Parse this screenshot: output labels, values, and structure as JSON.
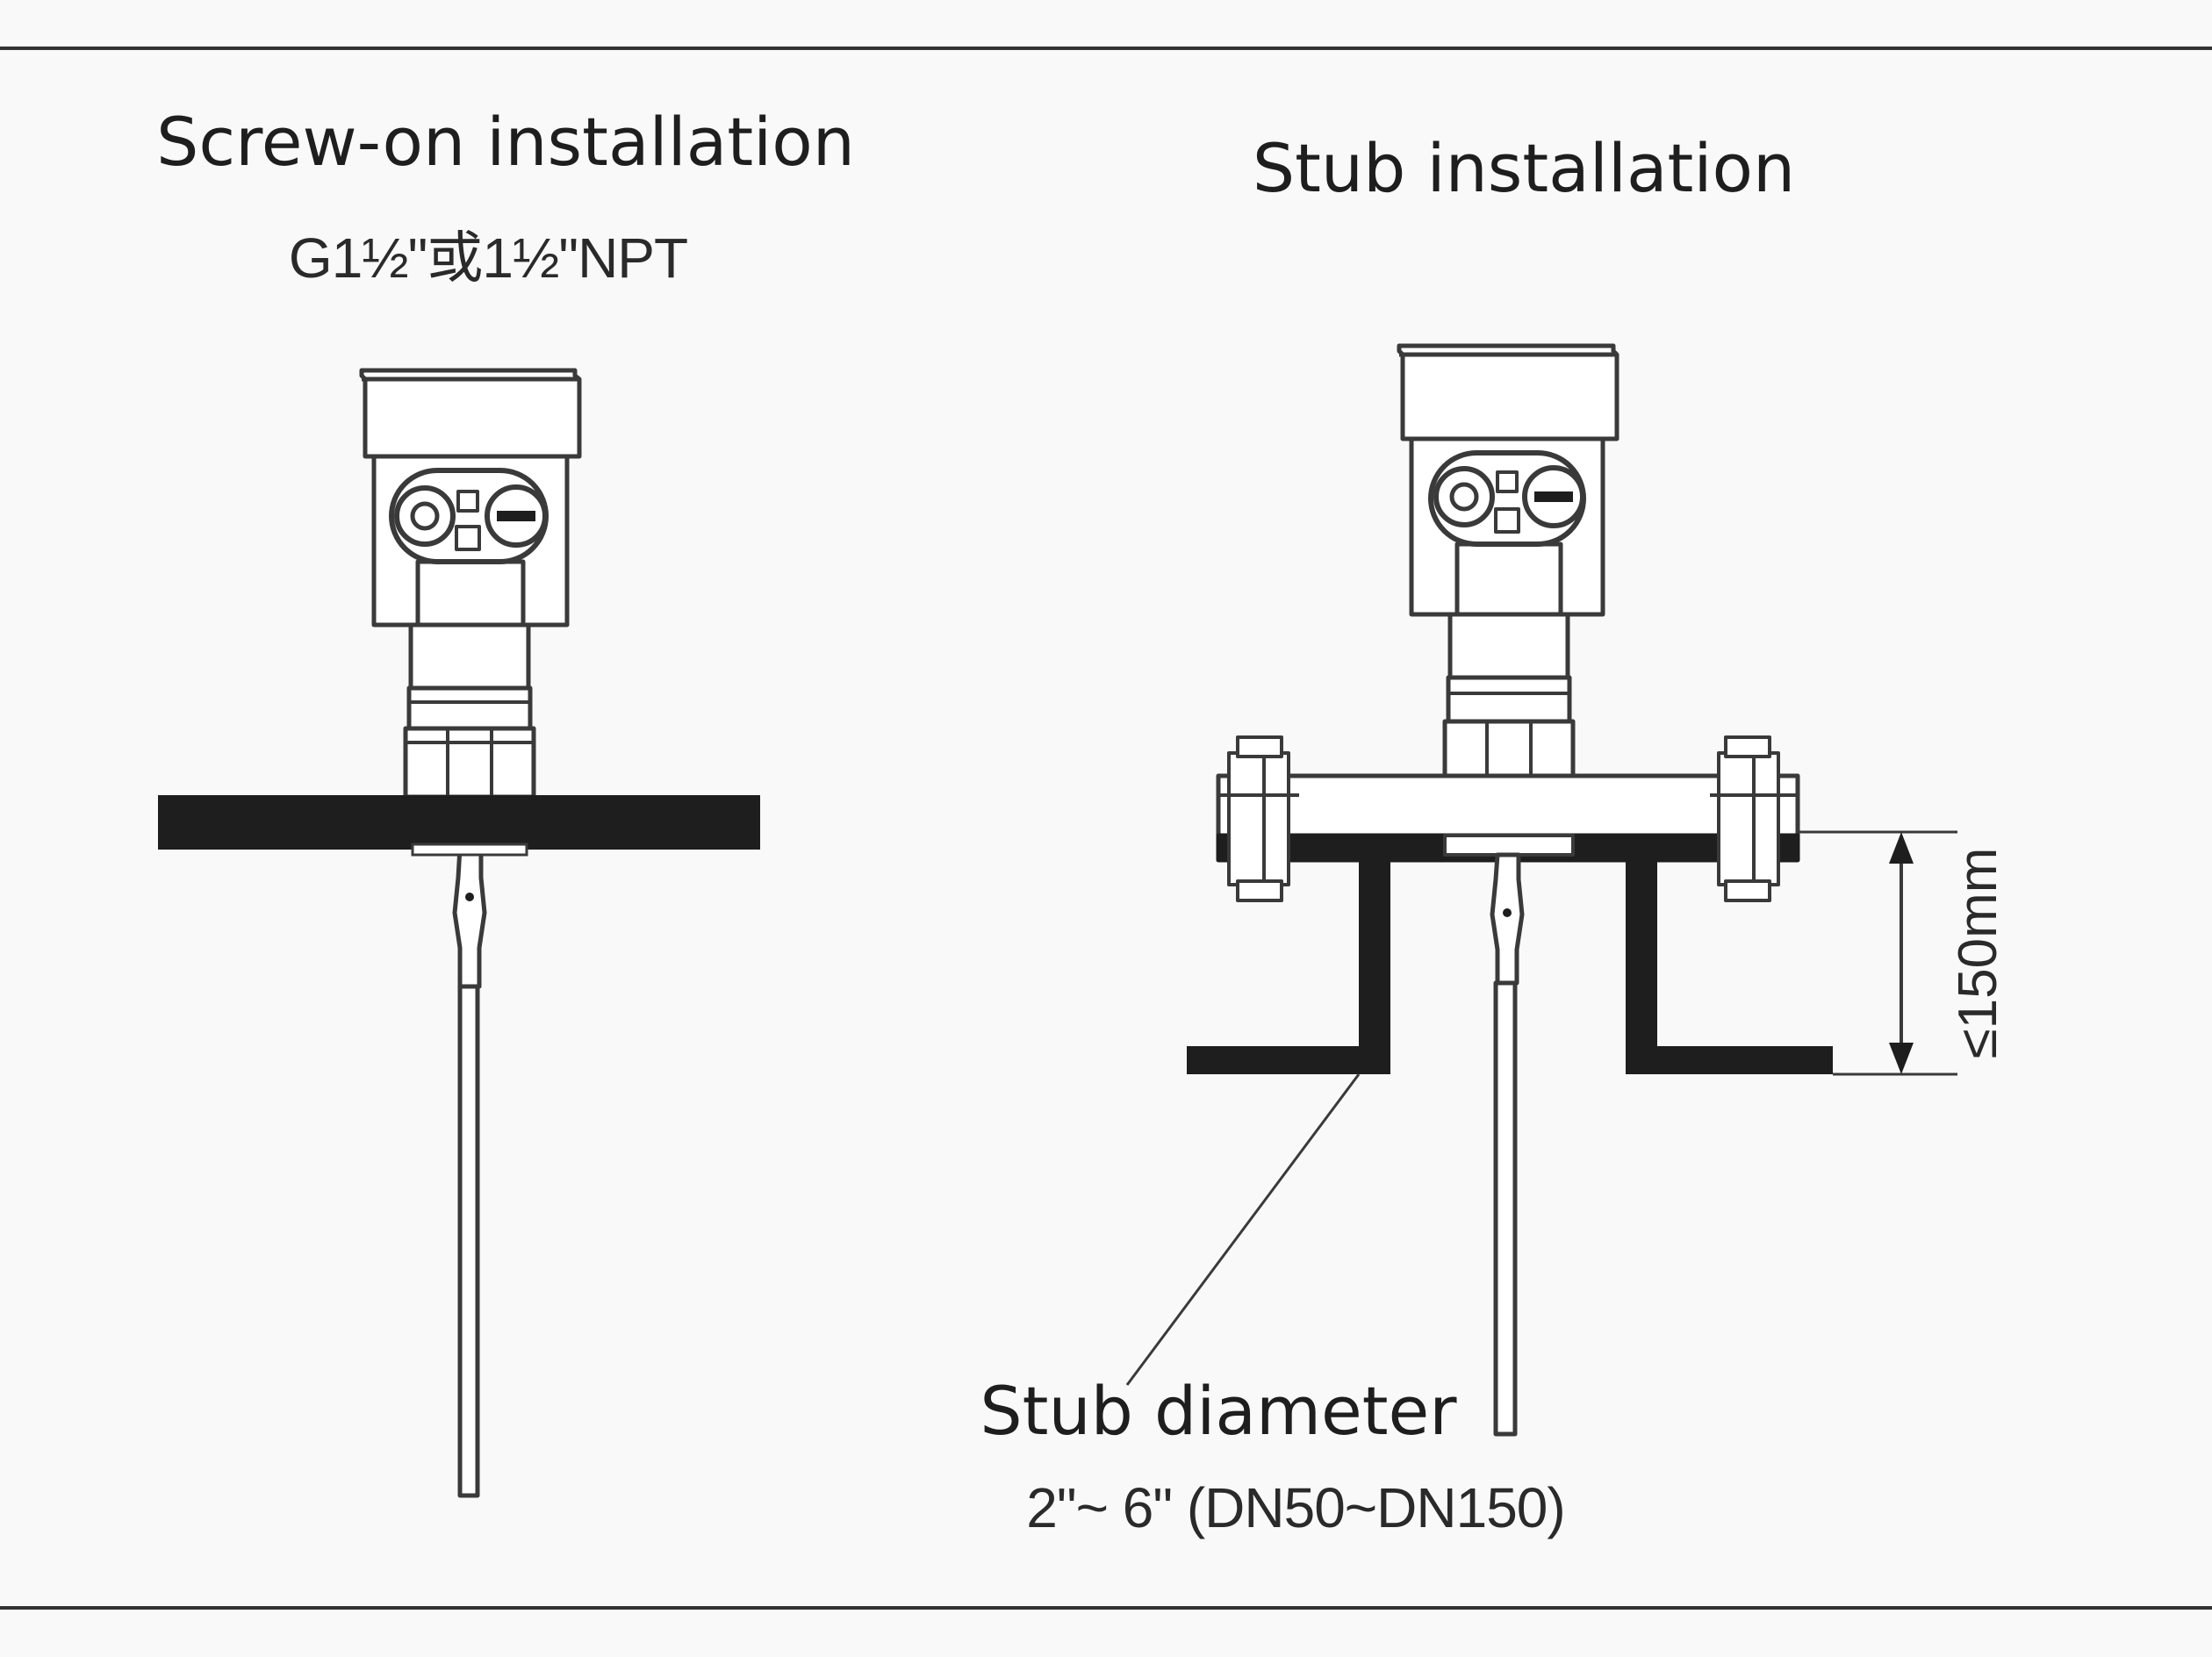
{
  "left": {
    "title": "Screw-on installation",
    "thread_spec": "G1½\"或1½\"NPT"
  },
  "right": {
    "title": "Stub installation",
    "height_limit": "≤150mm",
    "stub_label": "Stub diameter",
    "stub_range": "2\"~ 6\" (DN50~DN150)"
  },
  "colors": {
    "background": "#f9f9f9",
    "ink": "#1e1e1e",
    "outline": "#3a3a3a"
  }
}
